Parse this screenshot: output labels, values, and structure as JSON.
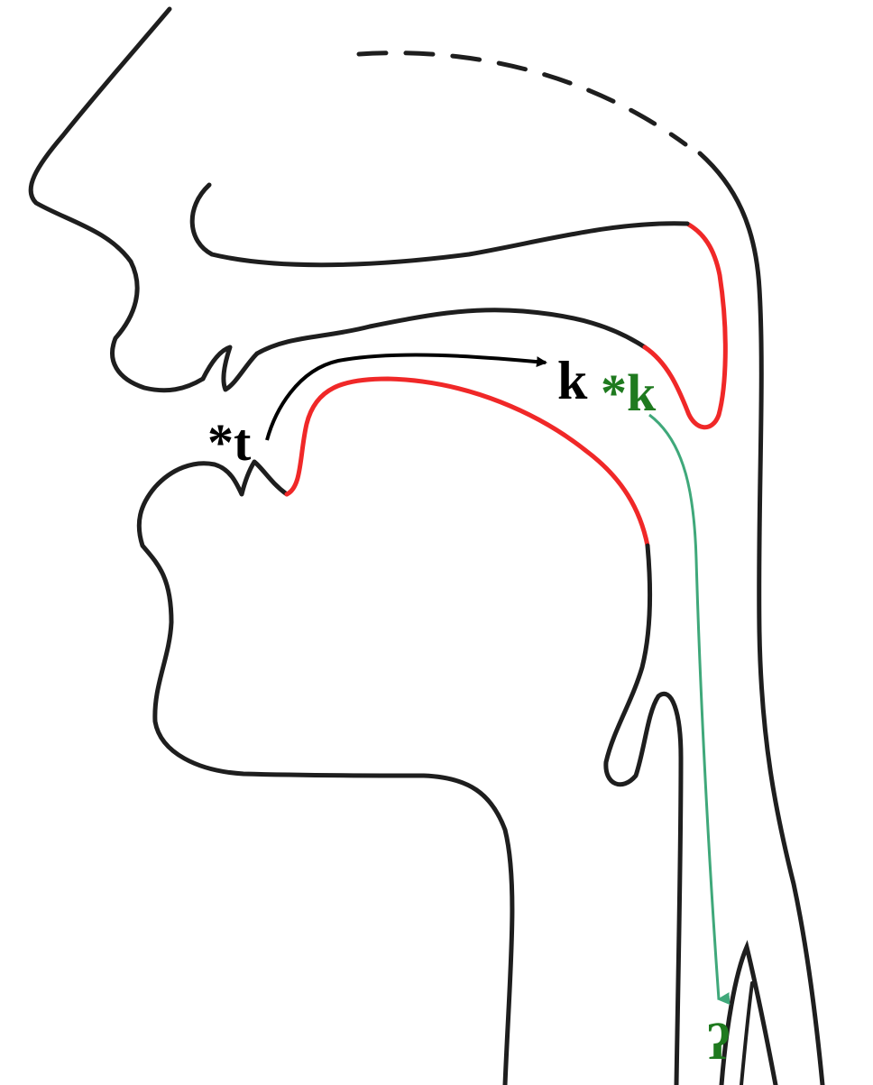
{
  "colors": {
    "outline": "#1e1e1e",
    "highlight": "#f02828",
    "black_arrow": "#000000",
    "green_arrow": "#3fa87a",
    "green_text": "#1f7a1f",
    "black_text": "#000000"
  },
  "labels": {
    "source_t": "*t",
    "target_k": "k",
    "source_k": "*k",
    "target_glottal": "ʔ"
  }
}
